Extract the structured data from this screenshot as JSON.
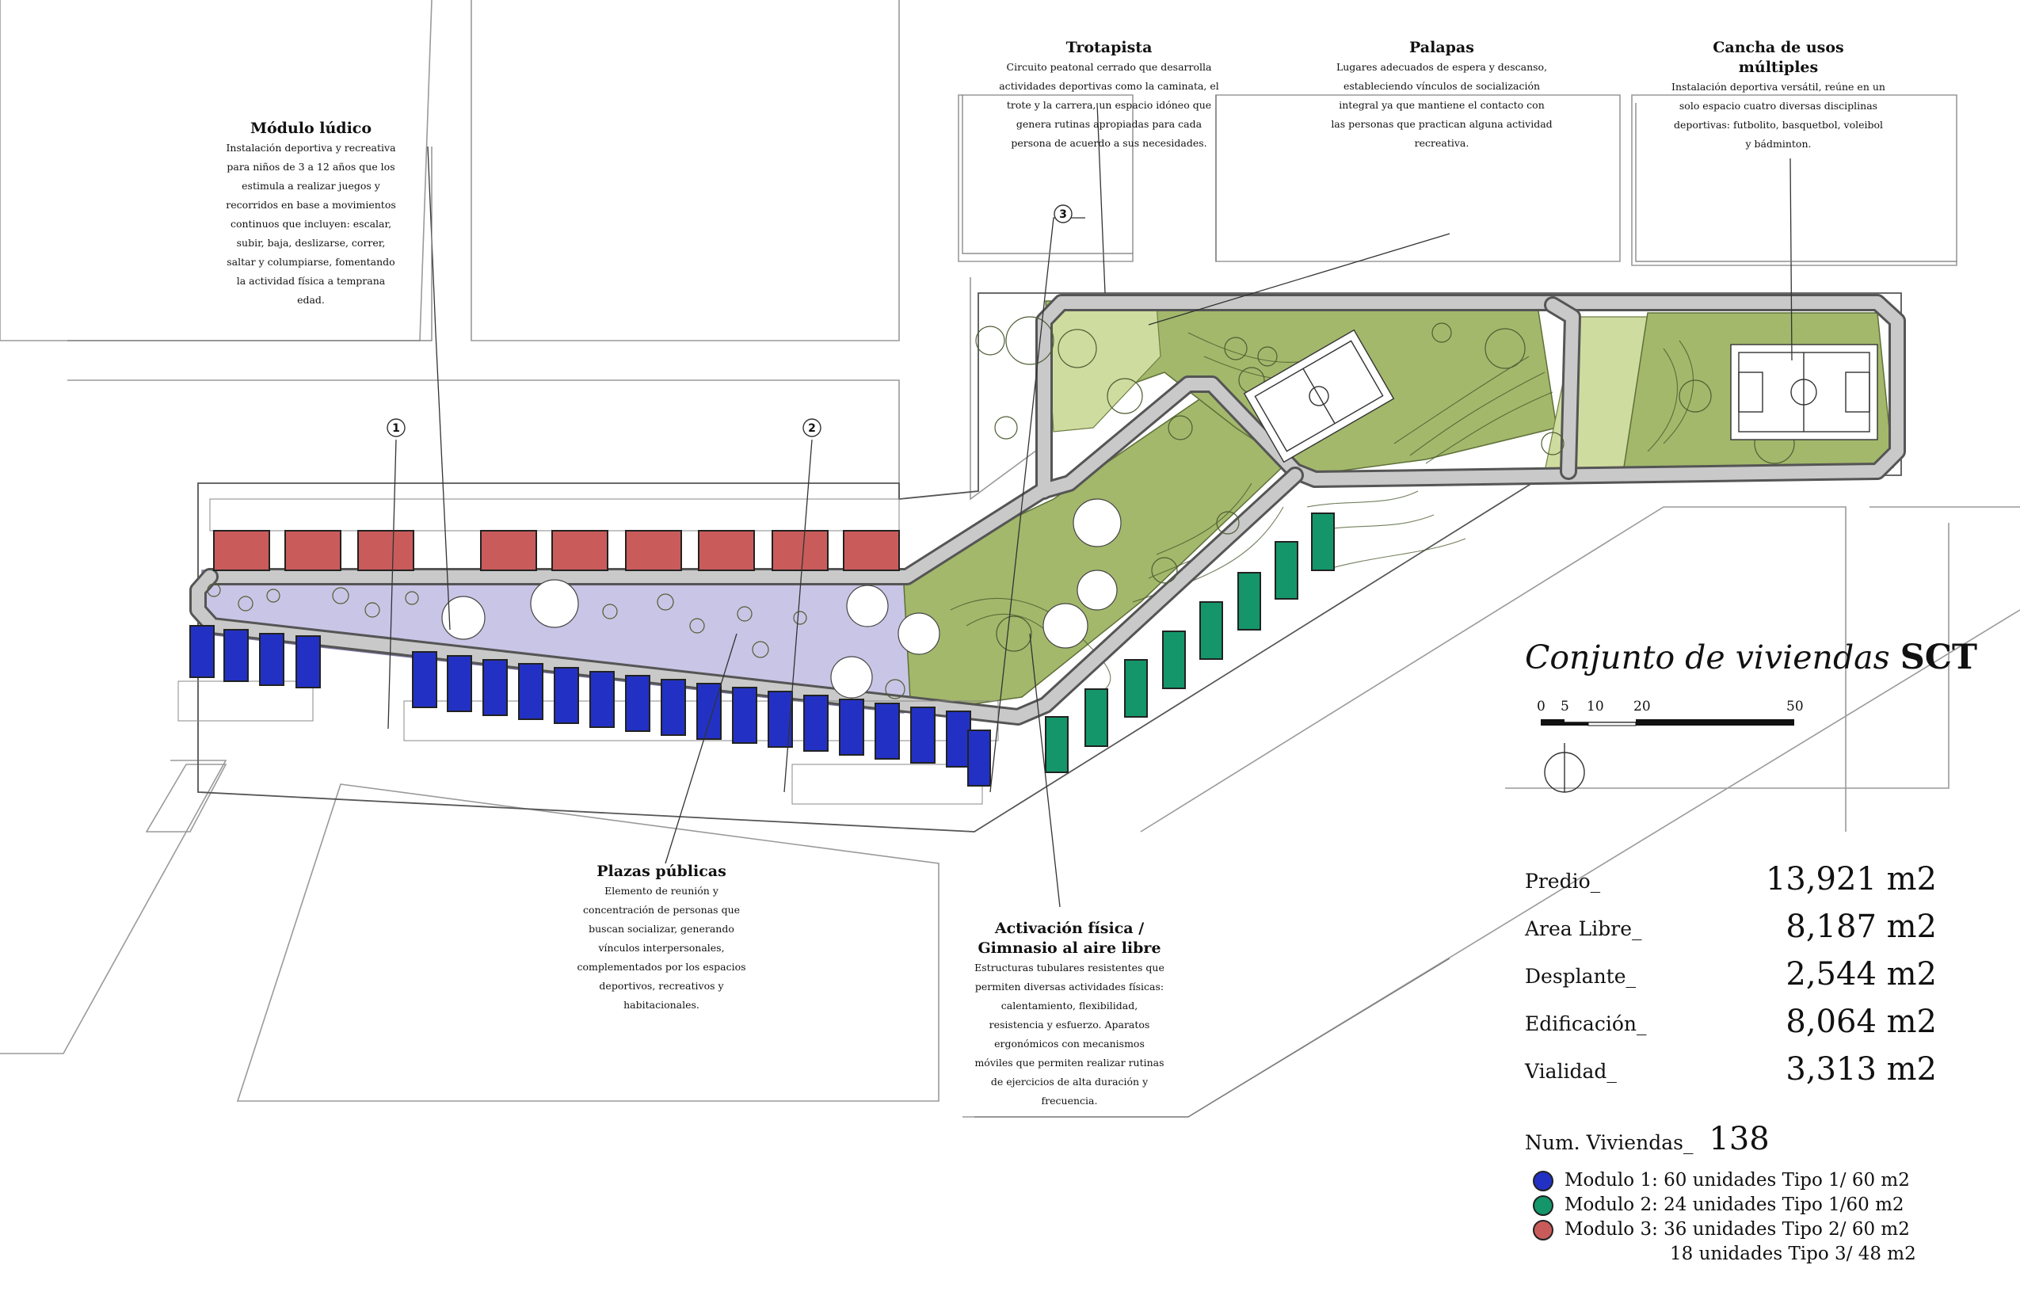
{
  "title": {
    "italic": "Conjunto de viviendas",
    "bold": "SCT"
  },
  "scale_labels": [
    "0",
    "5",
    "10",
    "20",
    "50"
  ],
  "annotations": {
    "modulo_ludico": {
      "title": "Módulo lúdico",
      "text": "Instalación deportiva y recreativa para niños de 3 a 12 años que los estimula a realizar juegos y recorridos en base a movimientos continuos que incluyen: escalar, subir, baja, deslizarse, correr, saltar y columpiarse, fomentando la actividad física a temprana edad."
    },
    "trotapista": {
      "title": "Trotapista",
      "text": "Circuito peatonal cerrado que desarrolla actividades deportivas como la caminata, el trote y la carrera, un espacio idóneo que genera rutinas apropiadas para cada persona de acuerdo a sus necesidades."
    },
    "palapas": {
      "title": "Palapas",
      "text": "Lugares adecuados de espera y descanso, estableciendo vínculos de socialización integral ya que mantiene el contacto con las personas que practican alguna actividad recreativa."
    },
    "cancha": {
      "title": "Cancha de usos múltiples",
      "text": "Instalación deportiva versátil, reúne en un solo espacio cuatro diversas disciplinas deportivas: futbolito, basquetbol, voleibol y bádminton."
    },
    "plazas": {
      "title": "Plazas públicas",
      "text": "Elemento de reunión y concentración de personas que buscan socializar, generando vínculos interpersonales, complementados por los espacios deportivos, recreativos y habitacionales."
    },
    "gimnasio": {
      "title": "Activación física / Gimnasio al aire libre",
      "text": "Estructuras tubulares resistentes que permiten diversas actividades físicas: calentamiento, flexibilidad, resistencia y esfuerzo. Aparatos ergonómicos con mecanismos móviles que permiten realizar rutinas de ejercicios de alta duración y frecuencia."
    }
  },
  "markers": [
    "1",
    "2",
    "3"
  ],
  "stats": [
    {
      "label": "Predio_",
      "value": "13,921 m2"
    },
    {
      "label": "Area Libre_",
      "value": "8,187 m2"
    },
    {
      "label": "Desplante_",
      "value": "2,544 m2"
    },
    {
      "label": "Edificación_",
      "value": "8,064 m2"
    },
    {
      "label": "Vialidad_",
      "value": "3,313 m2"
    }
  ],
  "viviendas": {
    "label": "Num. Viviendas_",
    "value": "138"
  },
  "legend": [
    {
      "label": "Modulo 1: 60 unidades Tipo 1/ 60 m2",
      "color": "#2231c4"
    },
    {
      "label": "Modulo 2: 24 unidades Tipo 1/60 m2",
      "color": "#14966a"
    },
    {
      "label": "Modulo 3: 36 unidades Tipo 2/ 60 m2",
      "color": "#c95c5a"
    }
  ],
  "legend_extra": "18 unidades Tipo 3/ 48 m2",
  "colors": {
    "plaza": "#c9c5e6",
    "green_light": "#cfdc9f",
    "green": "#a3b86b",
    "path": "#c9c9c9",
    "module1": "#2231c4",
    "module2": "#14966a",
    "module3": "#c95c5a"
  }
}
